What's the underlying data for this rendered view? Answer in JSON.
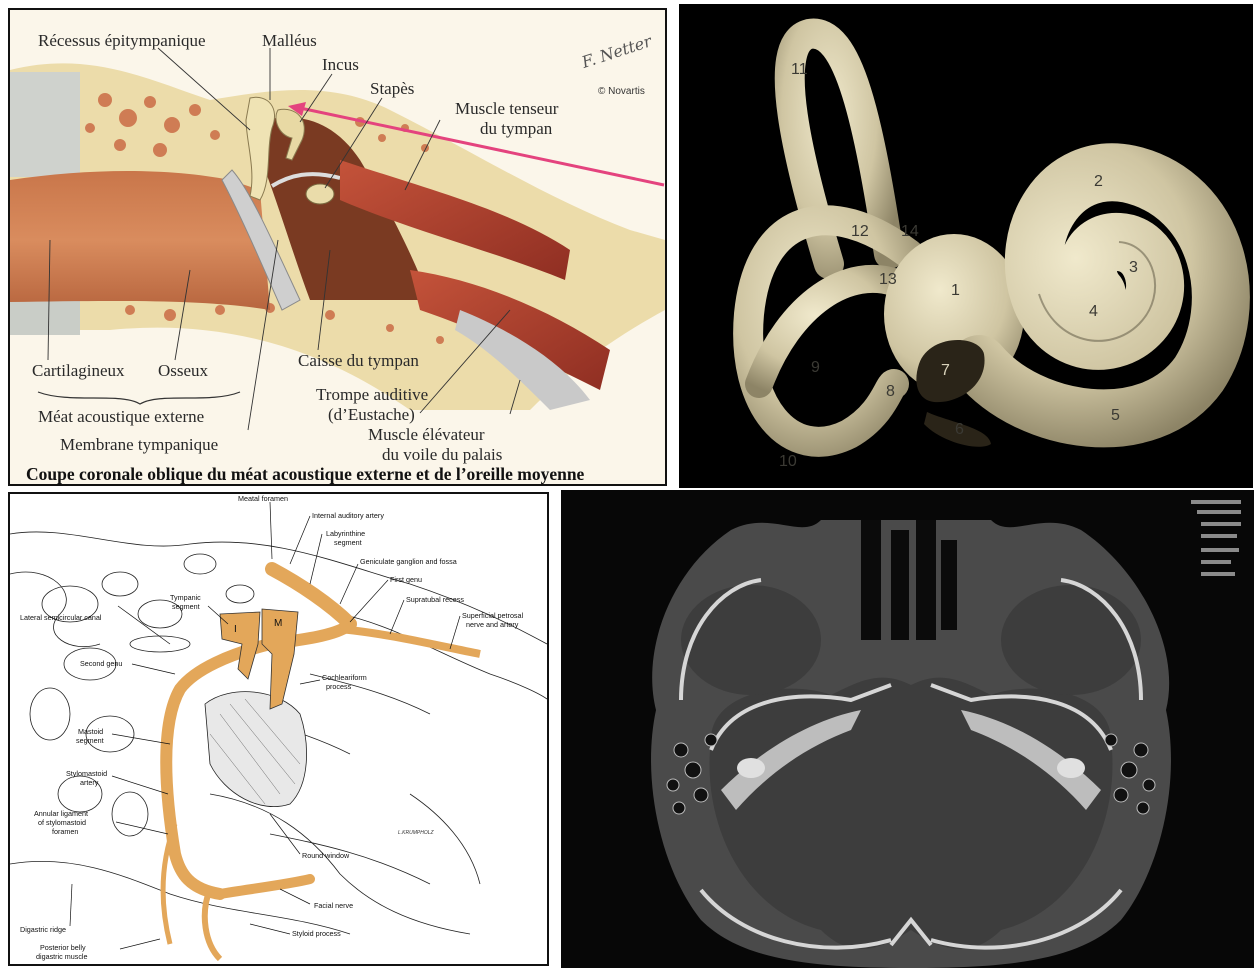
{
  "coronal": {
    "caption": "Coupe coronale oblique du méat acoustique externe et de l’oreille moyenne",
    "signature": "F. Netter",
    "copyright": "© Novartis",
    "labels": {
      "recessus": "Récessus épitympanique",
      "malleus": "Malléus",
      "incus": "Incus",
      "stapes": "Stapès",
      "tenseur1": "Muscle tenseur",
      "tenseur2": "du tympan",
      "cartilagineux": "Cartilagineux",
      "osseux": "Osseux",
      "meat": "Méat acoustique externe",
      "membrane": "Membrane tympanique",
      "caisse": "Caisse du tympan",
      "trompe1": "Trompe auditive",
      "trompe2": "(d’Eustache)",
      "elevateur1": "Muscle élévateur",
      "elevateur2": "du voile du palais"
    }
  },
  "labyrinth": {
    "numbers": [
      "1",
      "2",
      "3",
      "4",
      "5",
      "6",
      "7",
      "8",
      "9",
      "10",
      "11",
      "12",
      "13",
      "14"
    ]
  },
  "facial": {
    "signature": "L.KRUMPHOLZ",
    "labels": {
      "meatal_foramen": "Meatal foramen",
      "internal_auditory_artery": "Internal auditory artery",
      "labyrinthine1": "Labyrinthine",
      "labyrinthine2": "segment",
      "geniculate": "Geniculate ganglion and fossa",
      "first_genu": "First genu",
      "supratubal": "Supratubal recess",
      "superficial1": "Superficial petrosal",
      "superficial2": "nerve and artery",
      "tympanic1": "Tympanic",
      "tympanic2": "segment",
      "lateral_canal": "Lateral semicircular canal",
      "second_genu": "Second genu",
      "cochleariform1": "Cochleariform",
      "cochleariform2": "process",
      "mastoid1": "Mastoid",
      "mastoid2": "segment",
      "stylomastoid_artery1": "Stylomastoid",
      "stylomastoid_artery2": "artery",
      "annular1": "Annular ligament",
      "annular2": "of stylomastoid",
      "annular3": "foramen",
      "round_window": "Round window",
      "digastric_ridge": "Digastric ridge",
      "facial_nerve": "Facial nerve",
      "styloid": "Styloid process",
      "posterior1": "Posterior belly",
      "posterior2": "digastric muscle",
      "ossicle_i": "I",
      "ossicle_m": "M"
    }
  },
  "colors": {
    "nerve": "#e3a75a",
    "bone": "#e9d9a8",
    "labyrinth": "#cdc3a0",
    "ct_bg": "#070707",
    "pointer": "#e4437e"
  }
}
